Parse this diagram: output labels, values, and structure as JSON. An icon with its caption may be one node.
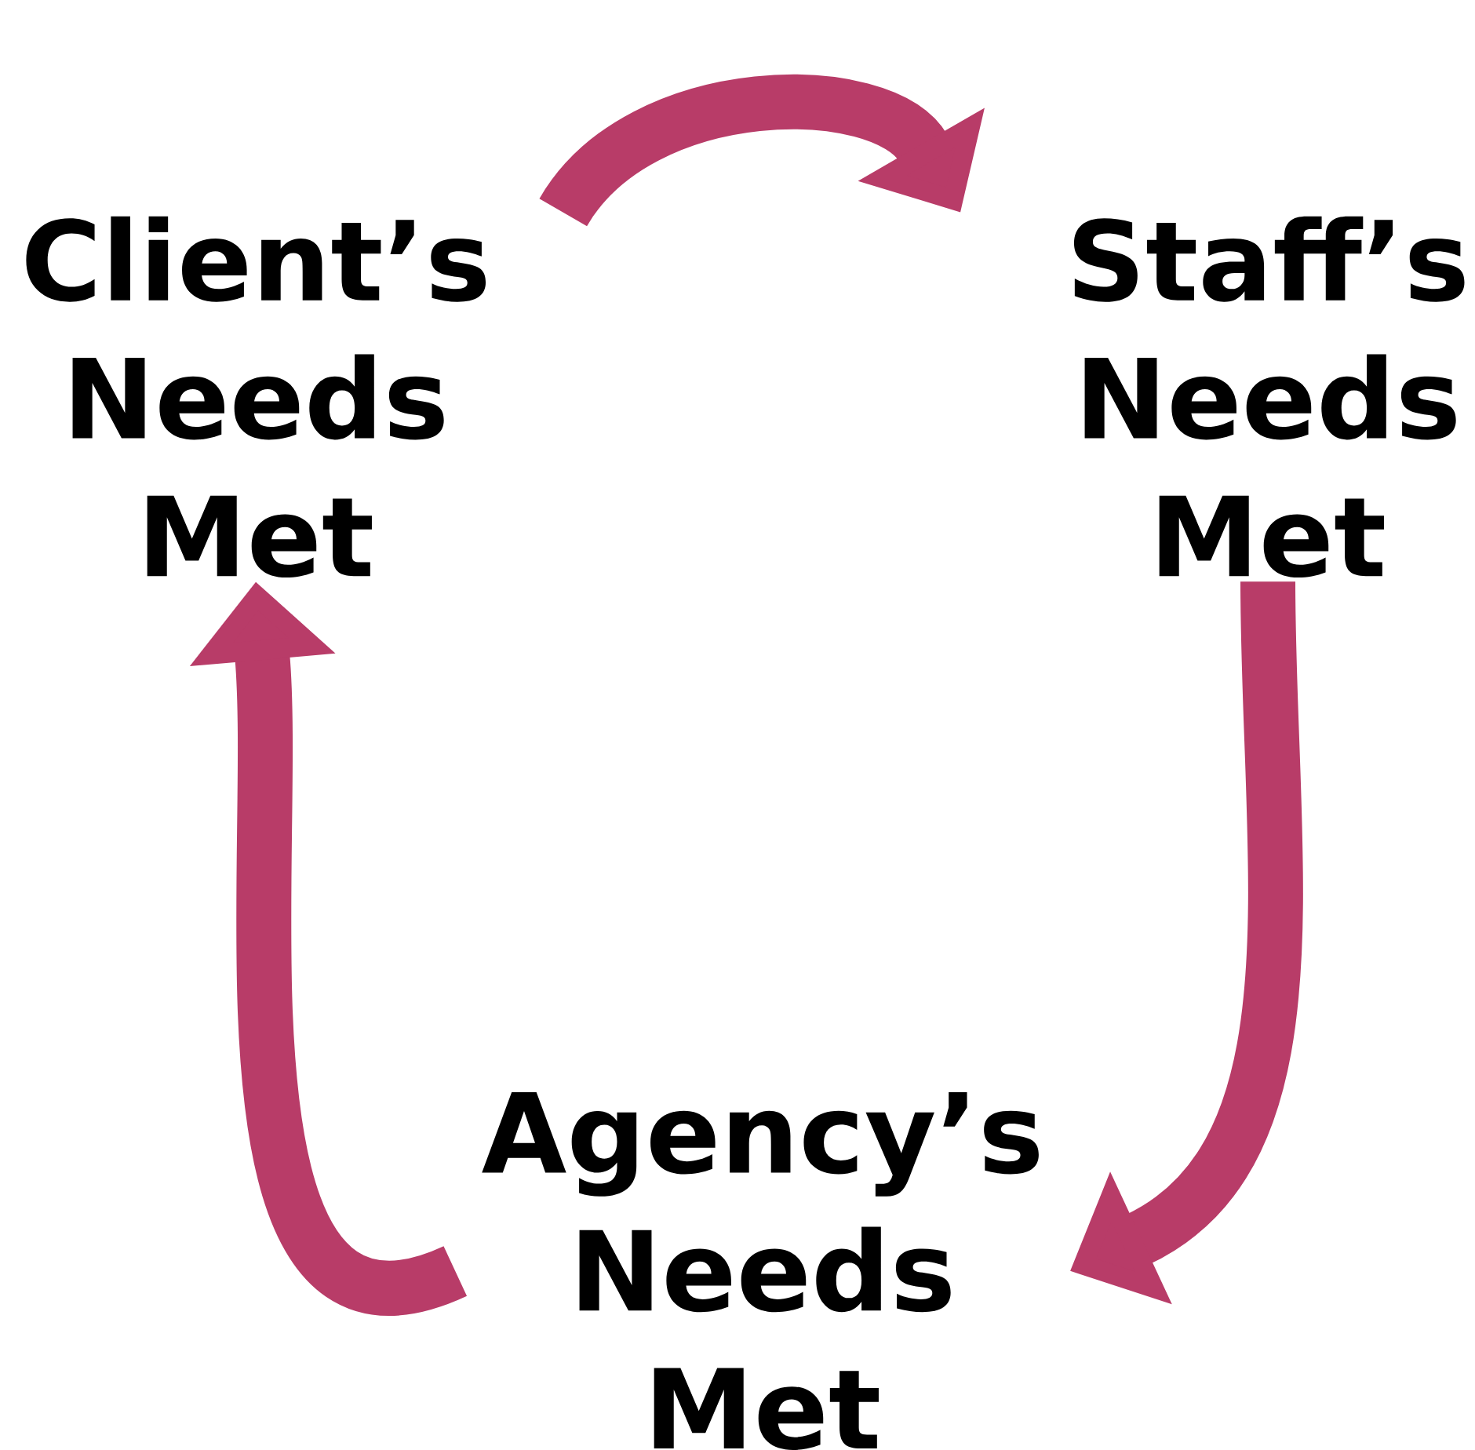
{
  "diagram": {
    "nodes": [
      {
        "text": [
          "Client’s Needs Met"
        ]
      },
      {
        "text": [
          "Staff’s Needs Met"
        ]
      },
      {
        "text": [
          "Agency’s Needs Met"
        ]
      }
    ],
    "edges": [
      {
        "from": 0,
        "to": 1,
        "arrow": "to"
      },
      {
        "from": 1,
        "to": 2,
        "arrow": "to"
      },
      {
        "from": 2,
        "to": 0,
        "arrow": "to"
      }
    ]
  }
}
